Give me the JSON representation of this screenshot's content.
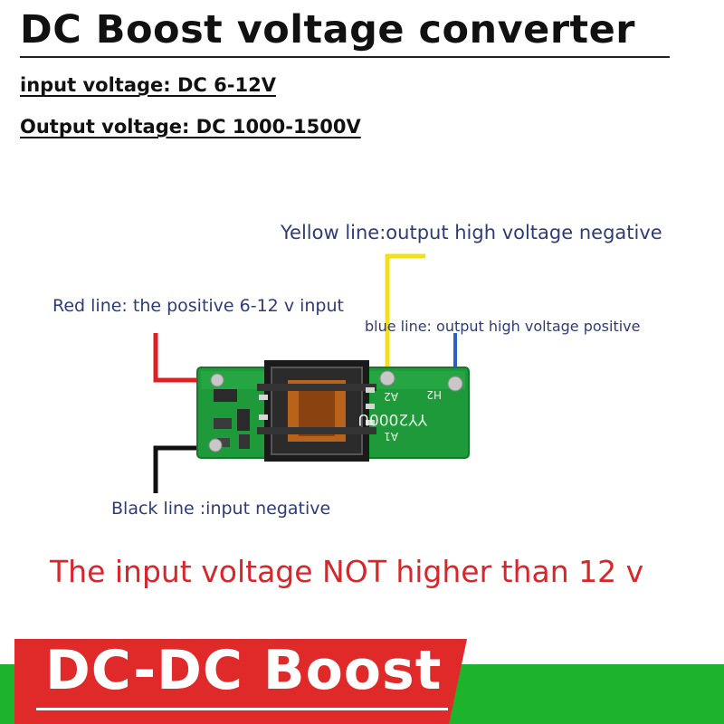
{
  "header": {
    "title": "DC Boost voltage converter",
    "input_spec": "input voltage: DC 6-12V",
    "output_spec": "Output voltage: DC 1000-1500V"
  },
  "labels": {
    "yellow": "Yellow line:output high voltage negative",
    "red": "Red line: the positive 6-12 v input",
    "blue": "blue line: output high voltage positive",
    "black": "Black line :input negative"
  },
  "board": {
    "model": "YY2000U",
    "pad_a2": "A2",
    "pad_h2": "H2",
    "pad_a1": "A1"
  },
  "warning": "The input voltage NOT higher than 12 v",
  "banner": {
    "text": "DC-DC Boost"
  },
  "colors": {
    "board": "#1f9a3a",
    "banner_red": "#e02a2a",
    "banner_green": "#1db32a",
    "warning": "#d8262a",
    "label": "#2e3b7a",
    "wire_red": "#e02020",
    "wire_yellow": "#f2e11a",
    "wire_blue": "#2a63c8",
    "wire_black": "#111111"
  }
}
